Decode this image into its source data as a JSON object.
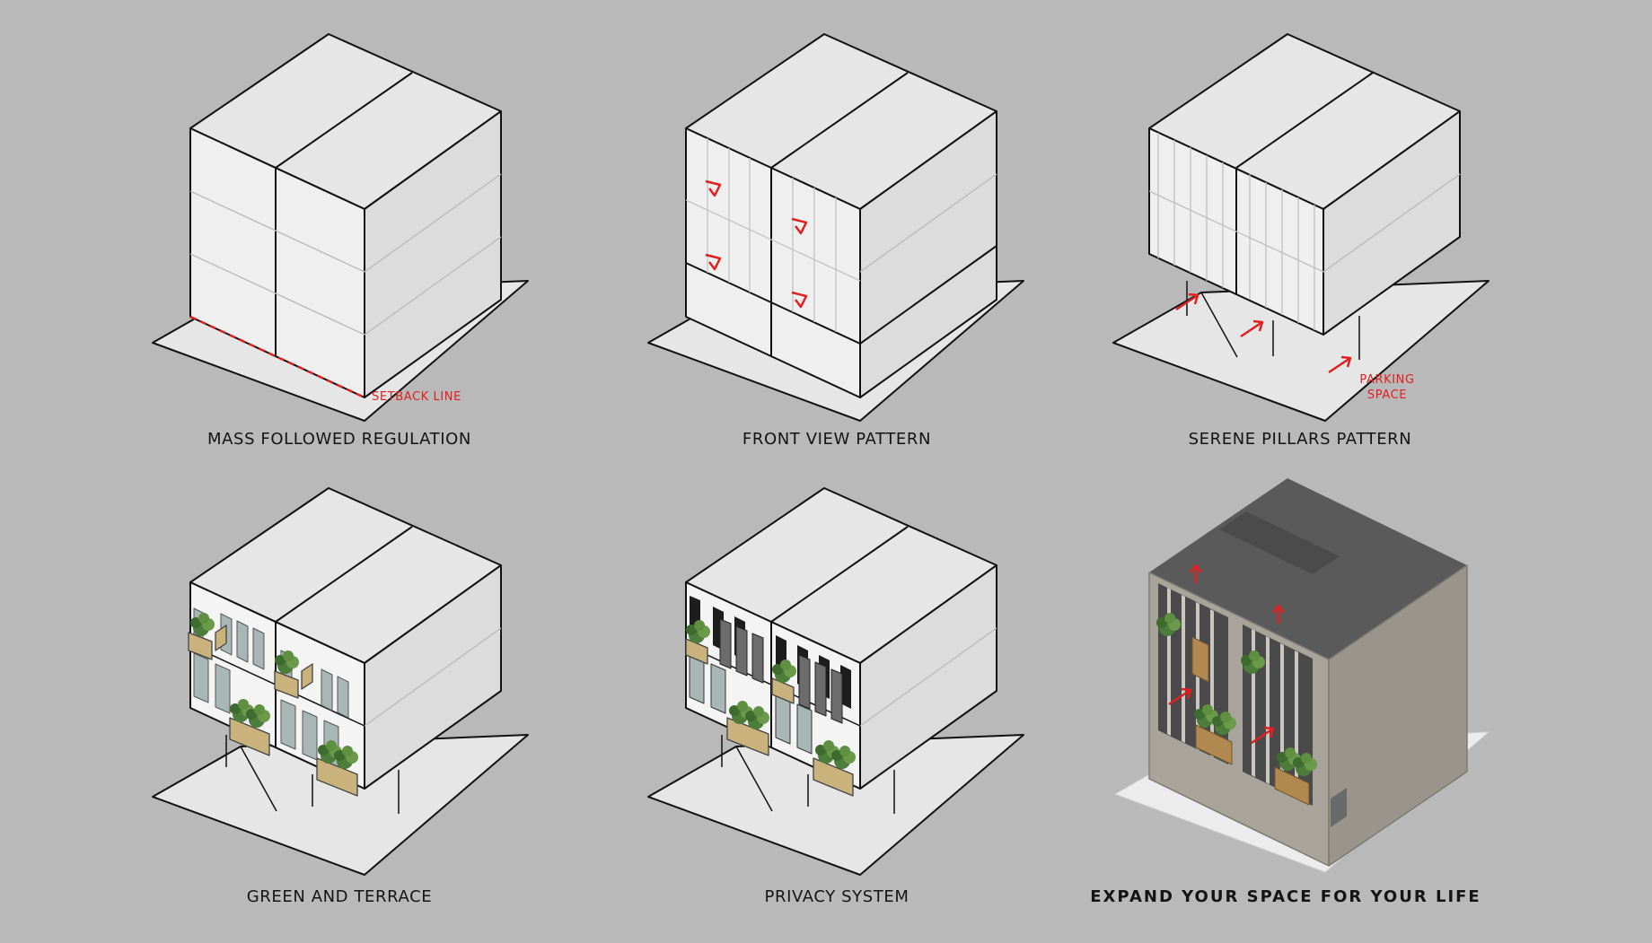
{
  "diagrams": [
    {
      "id": "mass",
      "caption": "MASS FOLLOWED REGULATION",
      "annotation": "SETBACK LINE"
    },
    {
      "id": "front",
      "caption": "FRONT VIEW PATTERN"
    },
    {
      "id": "pillars",
      "caption": "SERENE PILLARS PATTERN",
      "annotation_lines": [
        "PARKING",
        "SPACE"
      ]
    },
    {
      "id": "green",
      "caption": "GREEN AND TERRACE"
    },
    {
      "id": "privacy",
      "caption": "PRIVACY SYSTEM"
    },
    {
      "id": "expand",
      "caption": "EXPAND YOUR SPACE FOR YOUR LIFE"
    }
  ],
  "colors": {
    "background": "#b9b9b9",
    "accent": "#e02020",
    "face_top": "#e6e6e6",
    "face_front": "#eeeeee",
    "face_right": "#dcdcdc",
    "roof": "#555555",
    "concrete": "#a8a49c",
    "wood": "#b08850",
    "planter": "#c9b27c",
    "glass": "#a9b6b6",
    "plant": "#4d7d3a"
  }
}
